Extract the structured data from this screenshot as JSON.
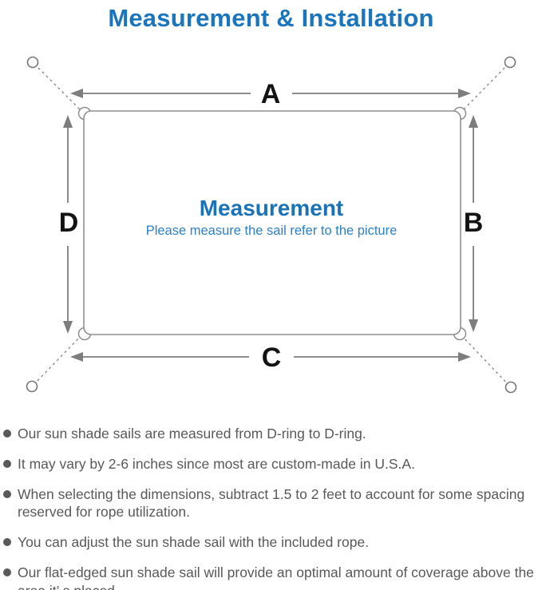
{
  "page": {
    "title": "Measurement & Installation"
  },
  "diagram": {
    "dimension_labels": {
      "top": "A",
      "right": "B",
      "bottom": "C",
      "left": "D"
    },
    "center_heading": "Measurement",
    "center_subtitle": "Please measure the sail refer to the picture"
  },
  "notes": {
    "items": [
      {
        "text": "Our sun shade sails are measured from D-ring to D-ring."
      },
      {
        "text": "It may vary by 2-6 inches since most are custom-made in U.S.A."
      },
      {
        "text": "When selecting the dimensions, subtract 1.5 to 2 feet to account for some spacing reserved for rope utilization."
      },
      {
        "text": "You can adjust the sun shade sail with the included rope."
      },
      {
        "text": "Our flat-edged sun shade sail will provide an optimal amount of coverage above the area it’ s placed."
      }
    ]
  },
  "colors": {
    "accent_blue": "#1b75bc",
    "center_heading_blue": "#1a72b9",
    "subtitle_blue": "#2d80c4",
    "line_gray": "#7d7d7d",
    "outline_gray": "#8f8f8f",
    "text_gray": "#595959"
  }
}
